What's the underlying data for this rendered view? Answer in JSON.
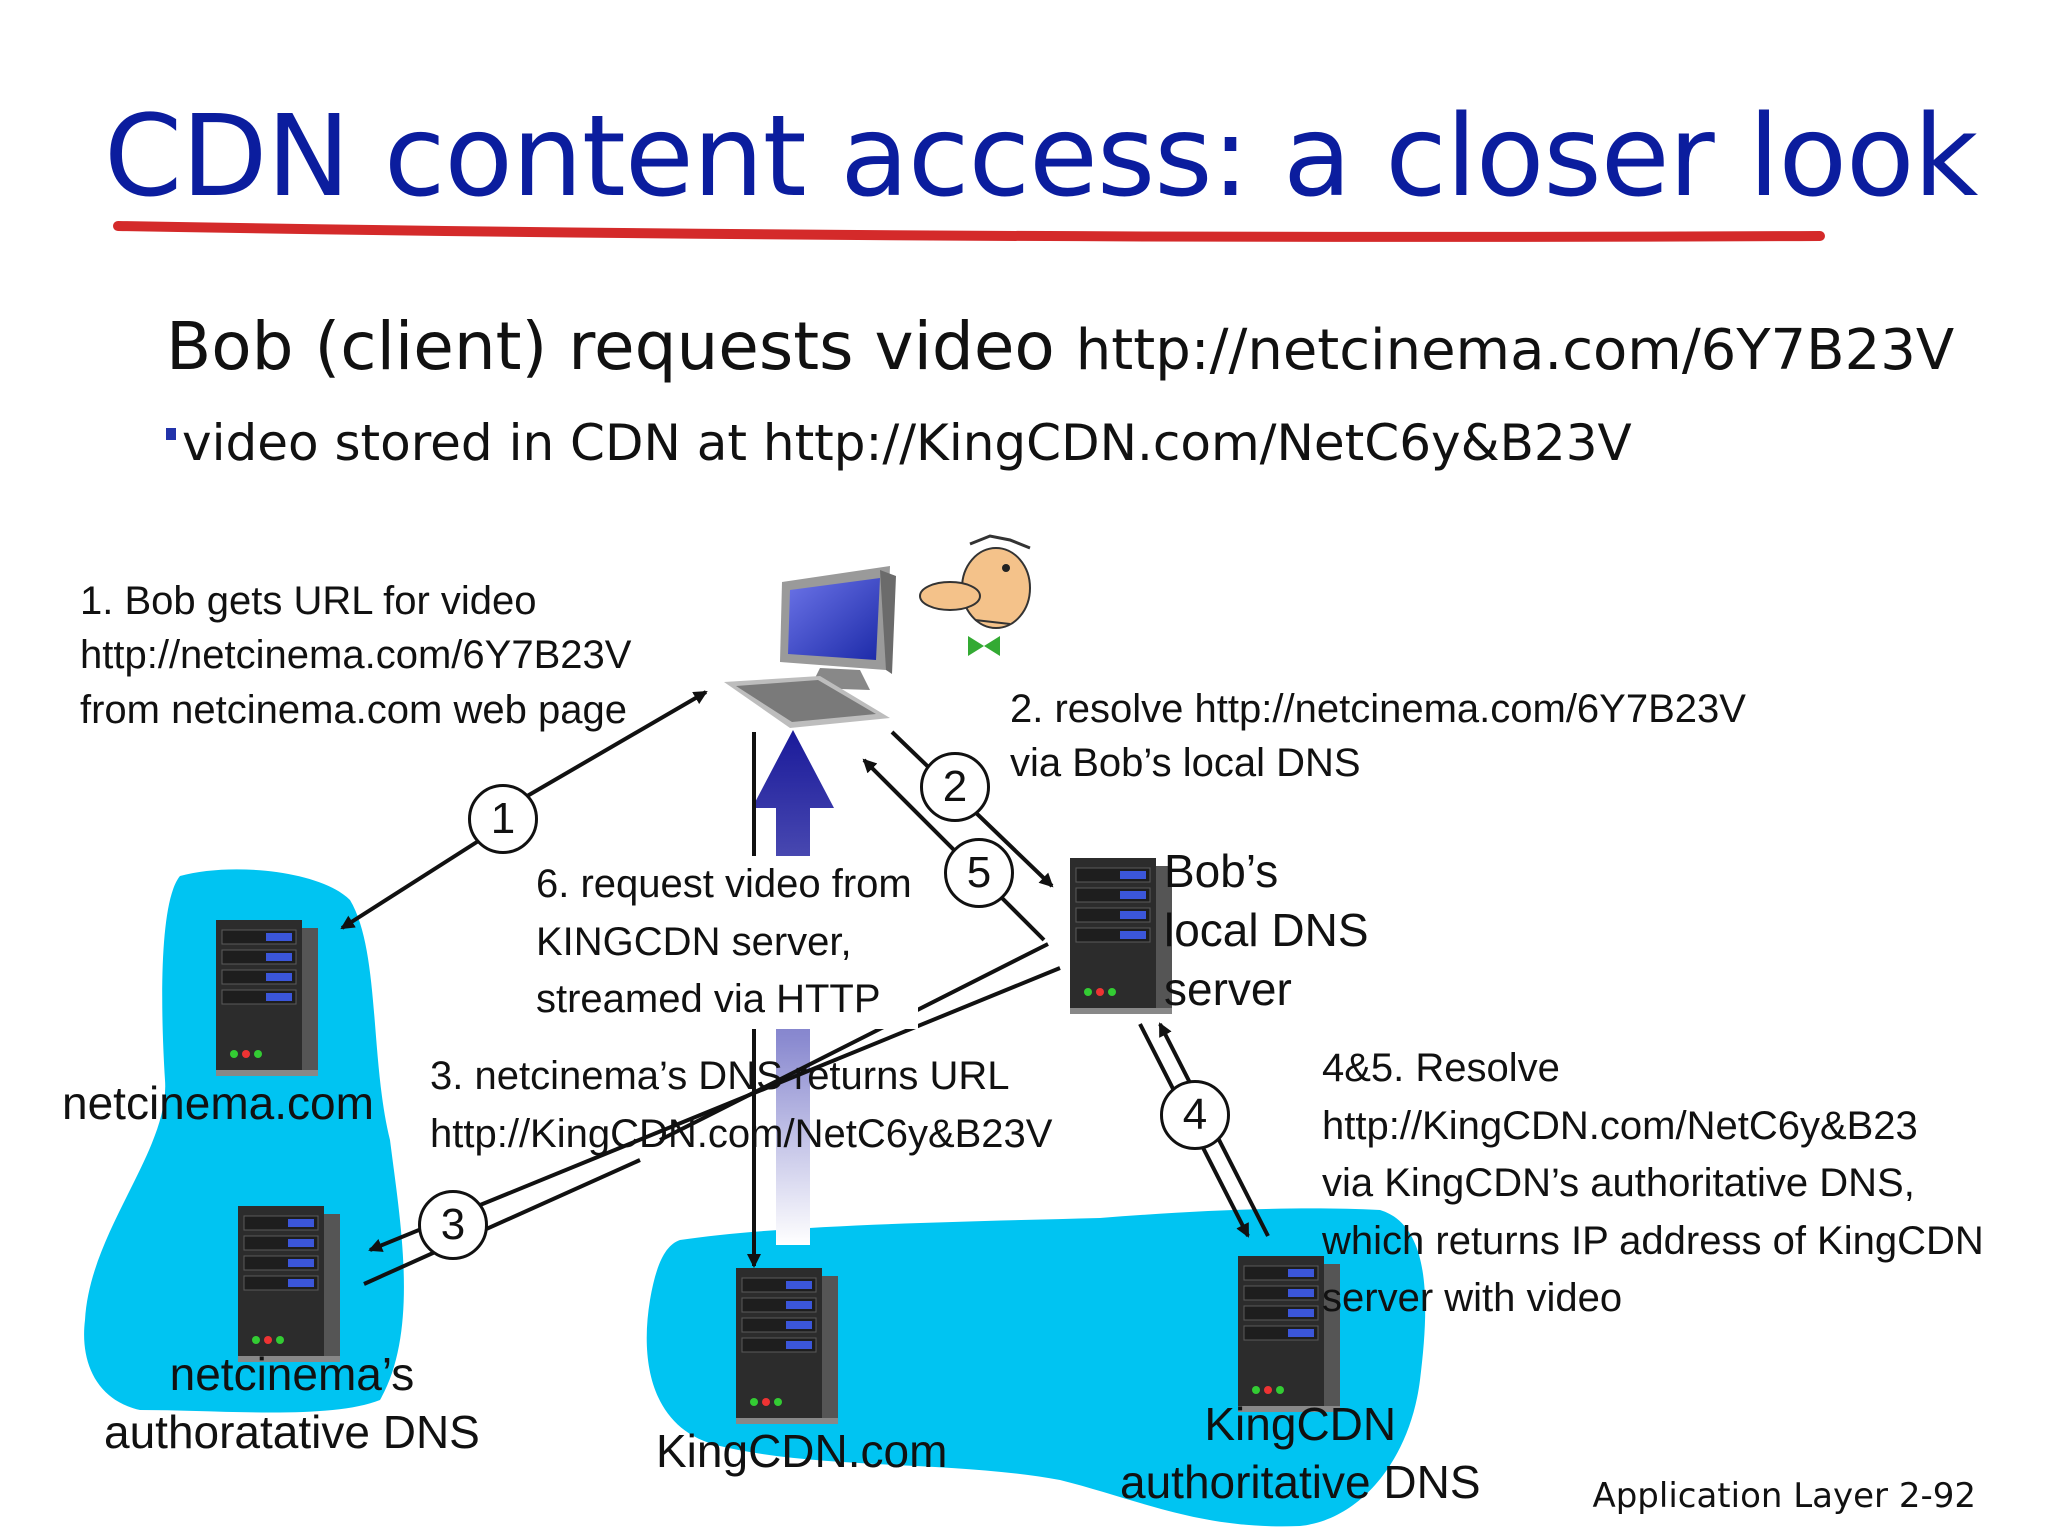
{
  "slide": {
    "title": "CDN content access: a closer look",
    "headline": "Bob (client) requests video",
    "headline_url": "http://netcinema.com/6Y7B23V",
    "bullet": "video stored in CDN at http://KingCDN.com/NetC6y&B23V",
    "footer": "Application Layer 2-92"
  },
  "colors": {
    "title": "#0b1d9e",
    "underline": "#d42a2a",
    "cloud": "#00c4f2",
    "arrow_big": "#1a1a9a"
  },
  "steps": {
    "s1": [
      "1. Bob gets URL for video",
      "http://netcinema.com/6Y7B23V",
      "from netcinema.com web page"
    ],
    "s2": [
      "2. resolve http://netcinema.com/6Y7B23V",
      "via Bob’s local DNS"
    ],
    "s3": [
      "3. netcinema’s DNS returns URL",
      "http://KingCDN.com/NetC6y&B23V"
    ],
    "s45": [
      "4&5. Resolve",
      "http://KingCDN.com/NetC6y&B23",
      "via KingCDN’s authoritative DNS,",
      "which returns IP address of KingCDN",
      "server  with video"
    ],
    "s6": [
      "6. request video from",
      "KINGCDN server,",
      "streamed via HTTP"
    ]
  },
  "nodes": {
    "local_dns": [
      "Bob’s",
      "local DNS",
      "server"
    ],
    "netcinema": "netcinema.com",
    "netcinema_dns": [
      "netcinema’s",
      "authoratative DNS"
    ],
    "kingcdn": "KingCDN.com",
    "kingcdn_dns": [
      "KingCDN",
      "authoritative DNS"
    ]
  },
  "circles": {
    "c1": "1",
    "c2": "2",
    "c3": "3",
    "c4": "4",
    "c5": "5"
  }
}
